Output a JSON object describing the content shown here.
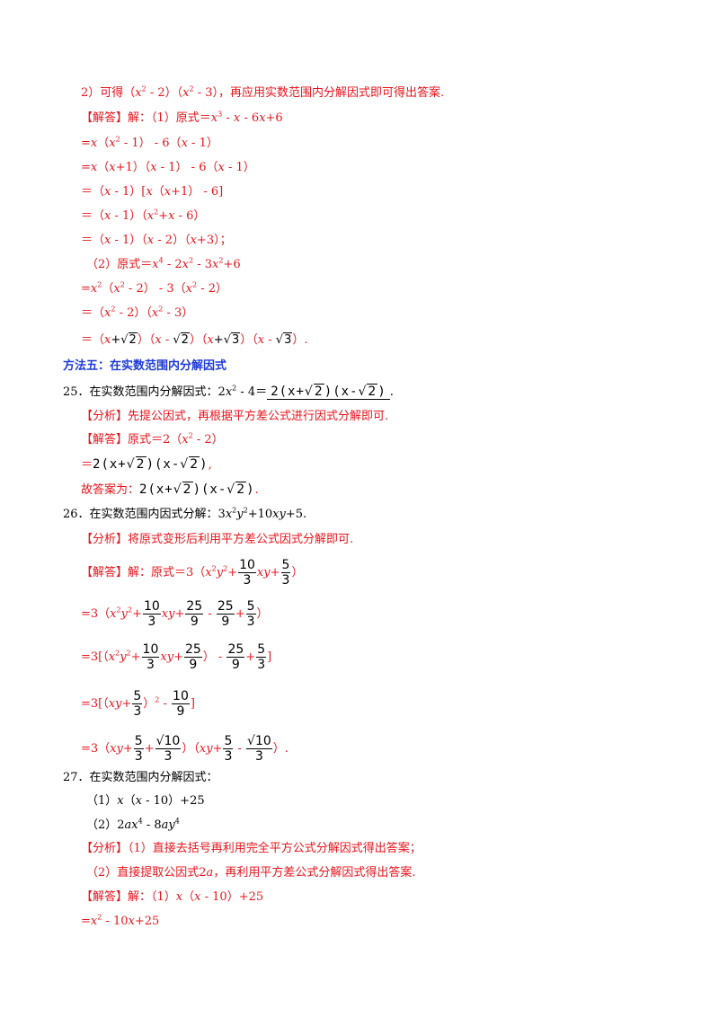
{
  "lines": {
    "l1": "2）可得（x² - 2）（x² - 3），再应用实数范围内分解因式即可得出答案.",
    "l2_tag": "【解答】",
    "l2_text": "解：（1）原式＝x³ - x - 6x+6",
    "l3": "=x（x² - 1） - 6（x - 1）",
    "l4": "=x（x+1）（x - 1） - 6（x - 1）",
    "l5": "＝（x - 1）[x（x+1） - 6]",
    "l6": "＝（x - 1）（x²+x - 6）",
    "l7": "＝（x - 1）（x - 2）（x+3）；",
    "l8": "（2）原式＝x⁴ - 2x² - 3x²+6",
    "l9": "=x²（x² - 2） - 3（x² - 2）",
    "l10": "＝（x² - 2）（x² - 3）",
    "l11_pre": "＝（x",
    "l11_end": "）.",
    "heading": "方法五：在实数范围内分解因式",
    "q25_prefix": "25．在实数范围内分解因式：2x² - 4＝",
    "q25_answer": "2(x+√2)(x-√2)",
    "q25_tail": ".",
    "q25_analysis_tag": "【分析】",
    "q25_analysis": "先提公因式，再根据平方差公式进行因式分解即可.",
    "q25_solution_tag": "【解答】",
    "q25_solution": "原式＝2（x² - 2）",
    "q25_step": "＝2(x+√2)(x-√2),",
    "q25_final_label": "故答案为：",
    "q25_final": "2(x+√2)(x-√2).",
    "q26": "26．在实数范围内因式分解：3x²y²+10xy+5.",
    "q26_analysis_tag": "【分析】",
    "q26_analysis": "将原式变形后利用平方差公式因式分解即可.",
    "q26_solution_tag": "【解答】",
    "q26_s1": "解：原式＝3（x²y²+",
    "q26_s2": "=3（x²y²+",
    "q26_s3": "=3[（x²y²+",
    "q26_s4": "=3[（xy+",
    "q26_s5": "=3（xy+",
    "q27": "27．在实数范围内分解因式：",
    "q27_1": "（1）x（x - 10）+25",
    "q27_2": "（2）2ax⁴ - 8ay⁴",
    "q27_analysis_tag": "【分析】",
    "q27_analysis1": "（1）直接去括号再利用完全平方公式分解因式得出答案；",
    "q27_analysis2": "（2）直接提取公因式2a，再利用平方差公式分解因式得出答案.",
    "q27_solution_tag": "【解答】",
    "q27_solution": "解：（1）x（x - 10）+25",
    "q27_step": "=x² - 10x+25"
  },
  "fractions": {
    "ten_thirds": [
      "10",
      "3"
    ],
    "five_thirds": [
      "5",
      "3"
    ],
    "twentyfive_ninths": [
      "25",
      "9"
    ],
    "ten_ninths": [
      "10",
      "9"
    ],
    "sqrt10_thirds": [
      "√10",
      "3"
    ]
  },
  "colors": {
    "red": "#e8141b",
    "blue": "#1d3bd6"
  }
}
